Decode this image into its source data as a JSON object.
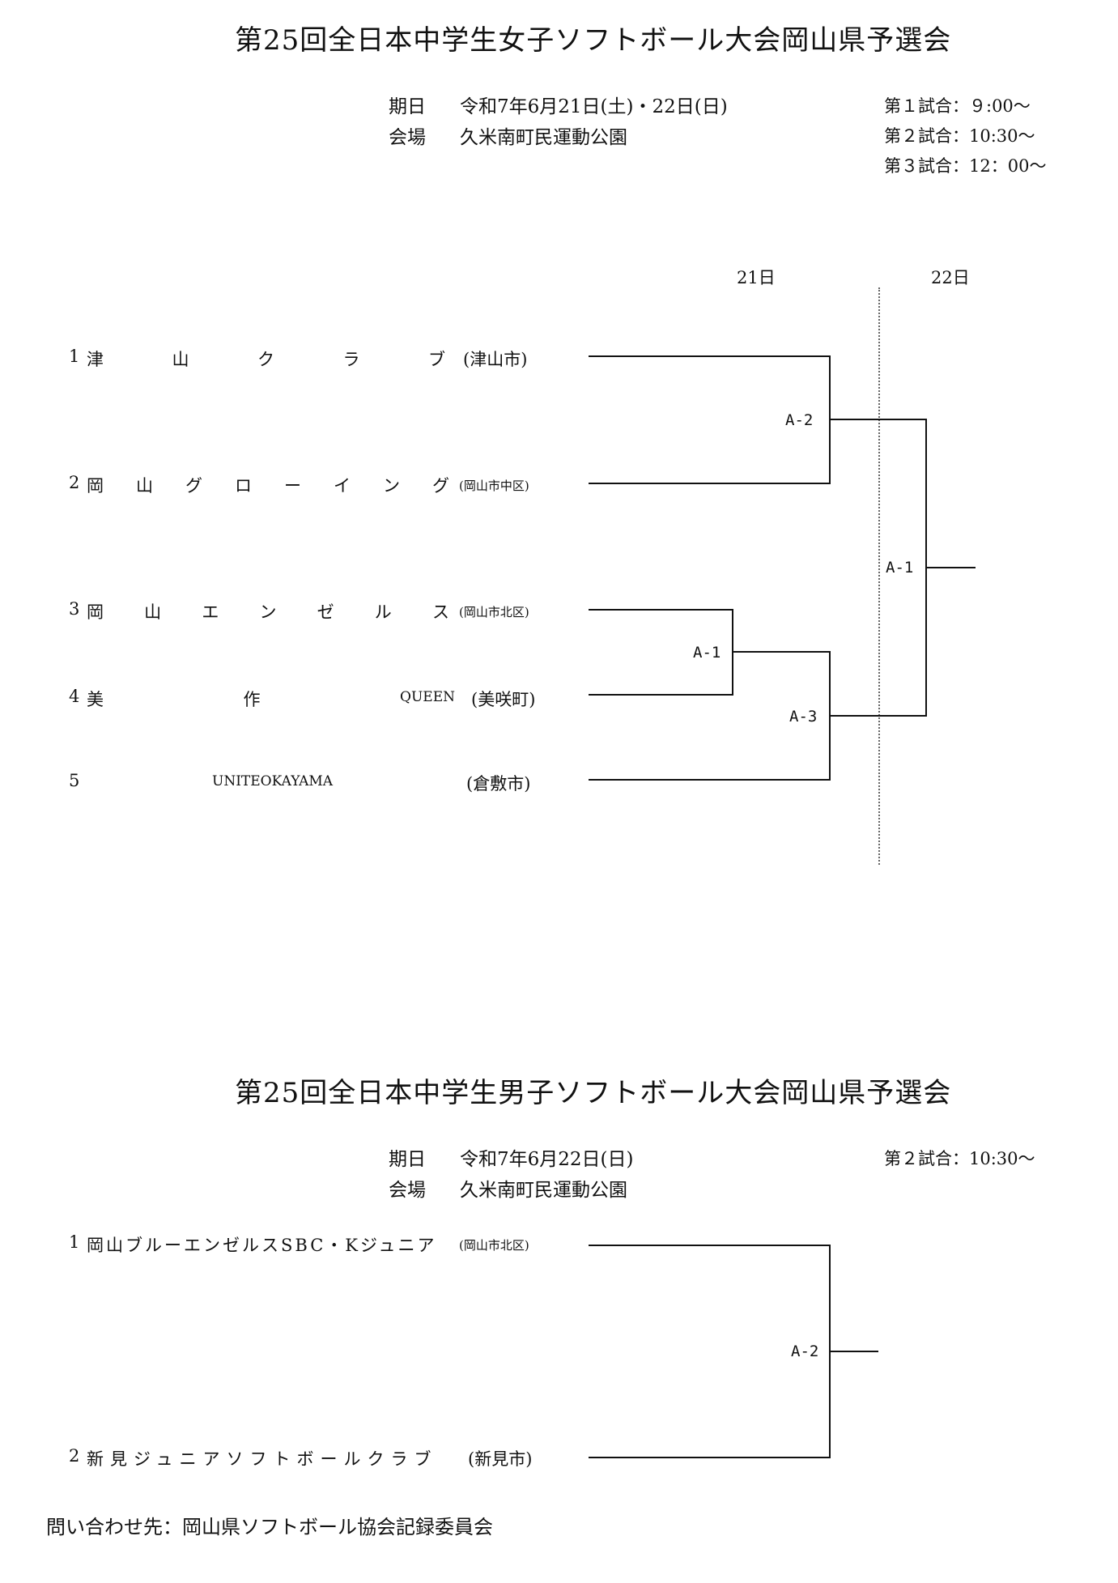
{
  "girls": {
    "title": "第25回全日本中学生女子ソフトボール大会岡山県予選会",
    "date_label": "期日",
    "date_value": "令和7年6月21日(土)・22日(日)",
    "venue_label": "会場",
    "venue_value": "久米南町民運動公園",
    "times": [
      "第１試合：９:00～",
      "第２試合：10:30～",
      "第３試合：12：00～"
    ],
    "days": [
      "21日",
      "22日"
    ],
    "teams": [
      {
        "num": "1",
        "name_chars": [
          "津",
          "山",
          "ク",
          "ラ",
          "ブ"
        ],
        "city": "(津山市)"
      },
      {
        "num": "2",
        "name_chars": [
          "岡",
          "山",
          "グ",
          "ロ",
          "ー",
          "イ",
          "ン",
          "グ"
        ],
        "city": "(岡山市中区)"
      },
      {
        "num": "3",
        "name_chars": [
          "岡",
          "山",
          "エ",
          "ン",
          "ゼ",
          "ル",
          "ス"
        ],
        "city": "(岡山市北区)"
      },
      {
        "num": "4",
        "name_chars": [
          "美",
          "作",
          "QUEEN"
        ],
        "city": "(美咲町)"
      },
      {
        "num": "5",
        "name_chars": [
          "UNITEOKAYAMA"
        ],
        "city": "(倉敷市)"
      }
    ],
    "matches": {
      "m1": "A-2",
      "m2": "A-1",
      "m3": "A-3",
      "final": "A-1"
    }
  },
  "boys": {
    "title": "第25回全日本中学生男子ソフトボール大会岡山県予選会",
    "date_label": "期日",
    "date_value": "令和7年6月22日(日)",
    "venue_label": "会場",
    "venue_value": "久米南町民運動公園",
    "times": [
      "第２試合：10:30～"
    ],
    "teams": [
      {
        "num": "1",
        "name": "岡山ブルーエンゼルスSBC・Kジュニア",
        "city": "(岡山市北区)"
      },
      {
        "num": "2",
        "name": "新見ジュニアソフトボールクラブ",
        "city": "(新見市)"
      }
    ],
    "matches": {
      "m1": "A-2"
    }
  },
  "footer": "問い合わせ先：岡山県ソフトボール協会記録委員会"
}
